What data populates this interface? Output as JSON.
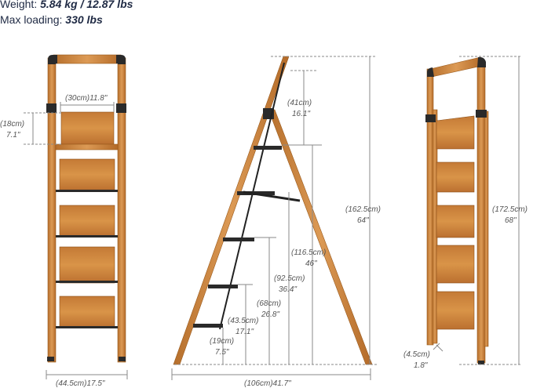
{
  "specs": {
    "weight_label": "Weight:",
    "weight_value": "5.84 kg / 12.87 lbs",
    "max_label": "Max loading:",
    "max_value": "330 lbs"
  },
  "front_view": {
    "step_width": "(30cm)11.8\"",
    "step_height_cm": "(18cm)",
    "step_height_in": "7.1\"",
    "total_width": "(44.5cm)17.5\""
  },
  "side_view": {
    "top_to_step_cm": "(41cm)",
    "top_to_step_in": "16.1\"",
    "h1_cm": "(116.5cm)",
    "h1_in": "46\"",
    "h2_cm": "(92.5cm)",
    "h2_in": "36.4\"",
    "h3_cm": "(68cm)",
    "h3_in": "26.8\"",
    "h4_cm": "(43.5cm)",
    "h4_in": "17.1\"",
    "h5_cm": "(19cm)",
    "h5_in": "7.5\"",
    "overall_height_cm": "(162.5cm)",
    "overall_height_in": "64\"",
    "depth": "(106cm)41.7\""
  },
  "folded_view": {
    "thickness_cm": "(4.5cm)",
    "thickness_in": "1.8\"",
    "folded_height_cm": "(172.5cm)",
    "folded_height_in": "68\""
  },
  "colors": {
    "wood": "#c9843e",
    "frame_joints": "#2a2a2a",
    "text": "#1f2a44"
  }
}
